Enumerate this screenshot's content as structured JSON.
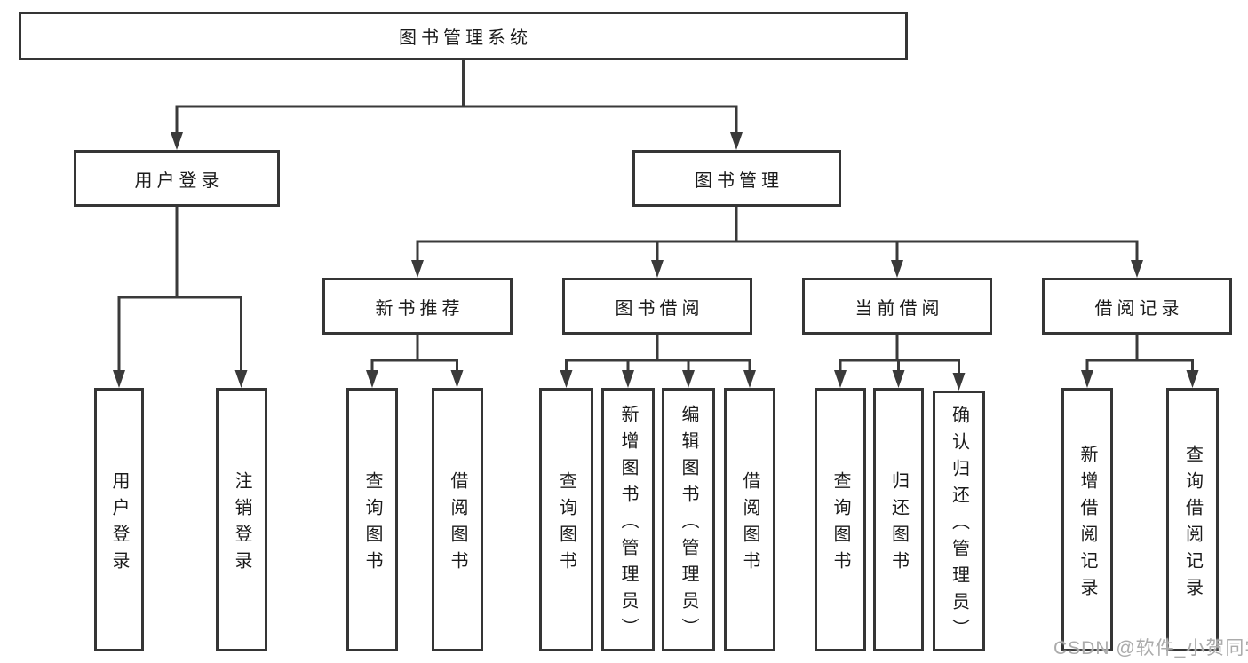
{
  "tree": {
    "root": "图书管理系统",
    "user_login": {
      "label": "用户登录",
      "children": [
        "用户登录",
        "注销登录"
      ]
    },
    "book_mgmt": {
      "label": "图书管理",
      "sections": [
        {
          "label": "新书推荐",
          "children": [
            "查询图书",
            "借阅图书"
          ]
        },
        {
          "label": "图书借阅",
          "children": [
            "查询图书",
            "新增图书（管理员）",
            "编辑图书（管理员）",
            "借阅图书"
          ]
        },
        {
          "label": "当前借阅",
          "children": [
            "查询图书",
            "归还图书",
            "确认归还（管理员）"
          ]
        },
        {
          "label": "借阅记录",
          "children": [
            "新增借阅记录",
            "查询借阅记录"
          ]
        }
      ]
    }
  },
  "watermark": {
    "text": "CSDN @软件_小贺同学"
  },
  "colors": {
    "line": "#3a3a3a",
    "box_border": "#353535",
    "box_fill": "#ffffff",
    "text": "#1b1b1b",
    "watermark": "#ababab",
    "background": "#ffffff"
  }
}
